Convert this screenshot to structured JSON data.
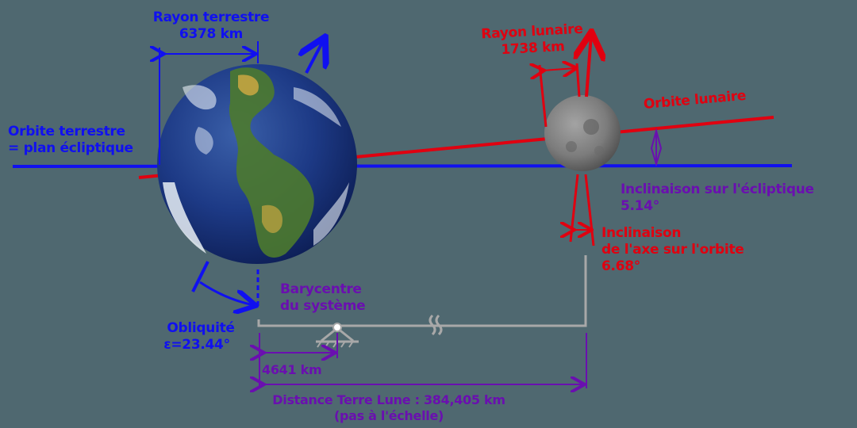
{
  "colors": {
    "background": "#4f6870",
    "earth_annotations": "#1010f0",
    "moon_annotations": "#e00010",
    "system_annotations": "#6a0fb0",
    "barycentre_beam": "#a8a8a8"
  },
  "earth": {
    "radius_label": "Rayon terrestre",
    "radius_value": "6378 km",
    "orbit_label_line1": "Orbite terrestre",
    "orbit_label_line2": "= plan écliptique",
    "obliquity_label": "Obliquité",
    "obliquity_value": "ε=23.44°"
  },
  "moon": {
    "radius_label": "Rayon lunaire",
    "radius_value": "1738 km",
    "orbit_label": "Orbite lunaire",
    "axis_tilt_line1": "Inclinaison",
    "axis_tilt_line2": "de l'axe sur l'orbite",
    "axis_tilt_value": "6.68°"
  },
  "ecliptic_inclination": {
    "label": "Inclinaison sur l'écliptique",
    "value": "5.14°"
  },
  "barycentre": {
    "label_line1": "Barycentre",
    "label_line2": "du système",
    "distance": "4641 km"
  },
  "earth_moon_distance": {
    "label": "Distance Terre Lune : 384,405 km",
    "note": "(pas à l'échelle)"
  }
}
